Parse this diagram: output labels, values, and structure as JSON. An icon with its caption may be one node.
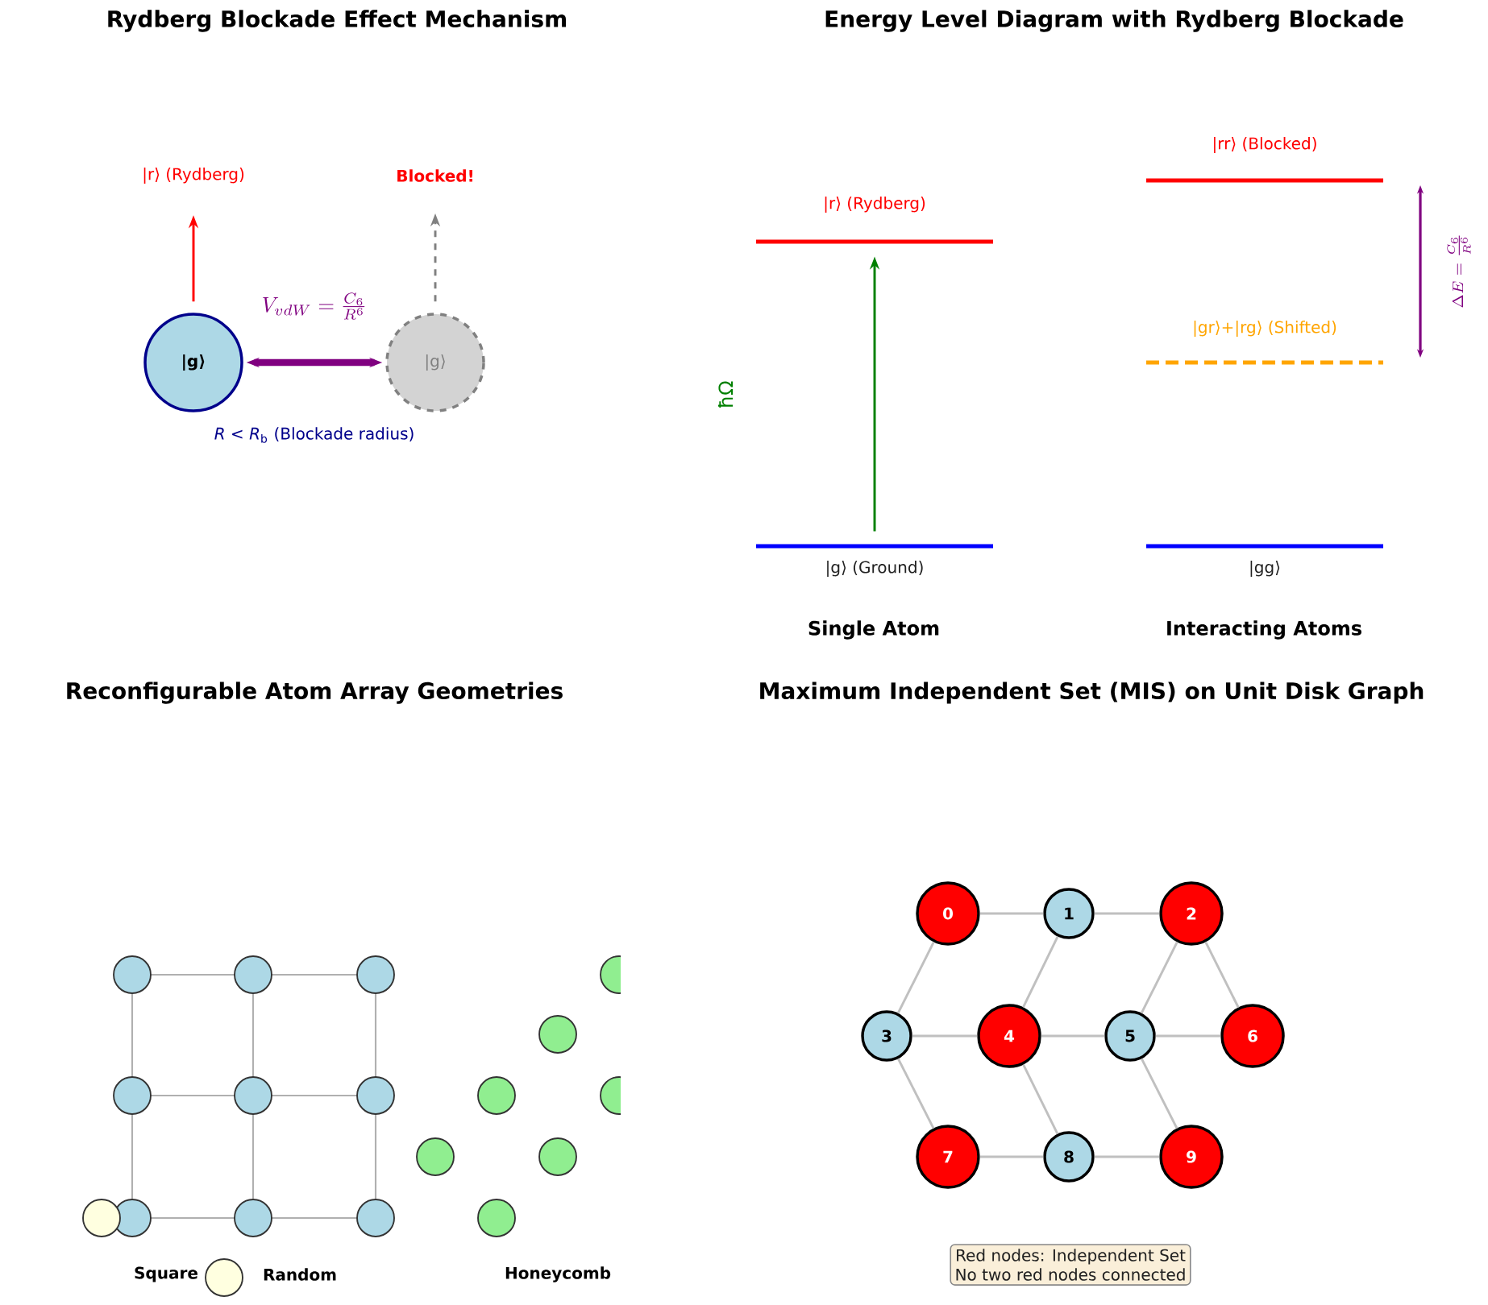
{
  "diagram": {
    "nodes": [
      {
        "text": [
          "|g⟩"
        ]
      },
      {
        "text": [
          "|g⟩"
        ]
      },
      {
        "text": [
          "|r⟩ (Rydberg)"
        ]
      },
      {
        "text": [
          "Blocked!"
        ]
      },
      {
        "text": [
          "|r⟩ (Rydberg)"
        ]
      },
      {
        "text": [
          "|g⟩ (Ground)"
        ]
      },
      {
        "text": [
          "|rr⟩ (Blocked)"
        ]
      },
      {
        "text": [
          "|gr⟩+|rg⟩ (Shifted)"
        ]
      },
      {
        "text": [
          "|gg⟩"
        ]
      },
      {
        "text": [
          "0"
        ]
      },
      {
        "text": [
          "1"
        ]
      },
      {
        "text": [
          "2"
        ]
      },
      {
        "text": [
          "3"
        ]
      },
      {
        "text": [
          "4"
        ]
      },
      {
        "text": [
          "5"
        ]
      },
      {
        "text": [
          "6"
        ]
      },
      {
        "text": [
          "7"
        ]
      },
      {
        "text": [
          "8"
        ]
      },
      {
        "text": [
          "9"
        ]
      },
      {
        "text": [
          "Red nodes: Independent Set",
          "No two red nodes connected"
        ]
      }
    ],
    "edges": [
      {
        "from": 0,
        "to": 2,
        "arrow": "to",
        "color": "#ff0000"
      },
      {
        "from": 1,
        "to": 3,
        "arrow": "to",
        "style": "dashed",
        "color": "#808080"
      },
      {
        "from": 0,
        "to": 1,
        "arrow": "both",
        "style": "thick",
        "color": "#800080",
        "label": "V_{vdW} = \\frac{C_6}{R^6}"
      },
      {
        "from": 5,
        "to": 4,
        "arrow": "to",
        "color": "#008000"
      },
      {
        "from": 9,
        "to": 10,
        "arrow": "none"
      },
      {
        "from": 10,
        "to": 11,
        "arrow": "none"
      },
      {
        "from": 9,
        "to": 12,
        "arrow": "none"
      },
      {
        "from": 10,
        "to": 13,
        "arrow": "none"
      },
      {
        "from": 11,
        "to": 14,
        "arrow": "none"
      },
      {
        "from": 11,
        "to": 15,
        "arrow": "none"
      },
      {
        "from": 12,
        "to": 13,
        "arrow": "none"
      },
      {
        "from": 13,
        "to": 14,
        "arrow": "none"
      },
      {
        "from": 14,
        "to": 15,
        "arrow": "none"
      },
      {
        "from": 12,
        "to": 16,
        "arrow": "none"
      },
      {
        "from": 13,
        "to": 17,
        "arrow": "none"
      },
      {
        "from": 14,
        "to": 18,
        "arrow": "none"
      },
      {
        "from": 16,
        "to": 17,
        "arrow": "none"
      },
      {
        "from": 17,
        "to": 18,
        "arrow": "none"
      }
    ],
    "labels": [
      "Rydberg Blockade Effect Mechanism",
      "*R* < *R*$_{b}$ (Blockade radius)",
      "Energy Level Diagram with Rydberg Blockade",
      "ħΩ",
      "\\Delta E = \\frac{C_6}{R^6}",
      "Single Atom",
      "Interacting Atoms",
      "Reconfigurable Atom Array Geometries",
      "Square",
      "Random",
      "Honeycomb",
      "Maximum Independent Set (MIS) on Unit Disk Graph"
    ]
  }
}
